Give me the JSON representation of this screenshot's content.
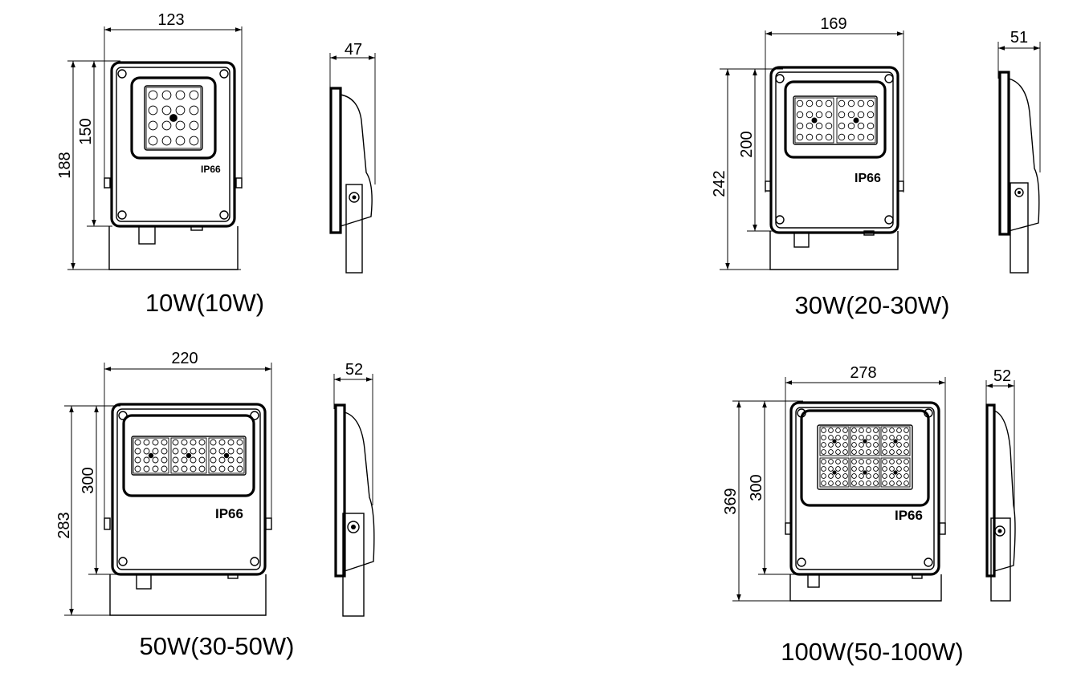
{
  "figures": [
    {
      "caption": "10W(10W)",
      "front": {
        "width": "123",
        "height_total": "188",
        "height_body": "150",
        "rating": "IP66"
      },
      "side": {
        "depth": "47"
      }
    },
    {
      "caption": "30W(20-30W)",
      "front": {
        "width": "169",
        "height_total": "242",
        "height_body": "200",
        "rating": "IP66"
      },
      "side": {
        "depth": "51"
      }
    },
    {
      "caption": "50W(30-50W)",
      "front": {
        "width": "220",
        "height_total": "283",
        "height_body": "300",
        "rating": "IP66"
      },
      "side": {
        "depth": "52"
      }
    },
    {
      "caption": "100W(50-100W)",
      "front": {
        "width": "278",
        "height_total": "369",
        "height_body": "300",
        "rating": "IP66"
      },
      "side": {
        "depth": "52"
      }
    }
  ],
  "led_layout": {
    "10W": {
      "modules": 1,
      "rows": 1
    },
    "30W": {
      "modules": 2,
      "rows": 1
    },
    "50W": {
      "modules": 3,
      "rows": 1
    },
    "100W": {
      "modules": 3,
      "rows": 2
    }
  }
}
